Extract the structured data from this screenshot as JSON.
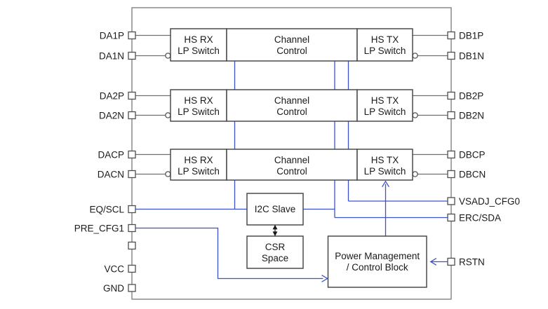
{
  "blocks": {
    "hs_rx": {
      "line1": "HS RX",
      "line2": "LP Switch"
    },
    "channel": {
      "line1": "Channel",
      "line2": "Control"
    },
    "hs_tx": {
      "line1": "HS TX",
      "line2": "LP Switch"
    },
    "i2c_slave": {
      "line1": "I2C Slave"
    },
    "csr_space": {
      "line1": "CSR",
      "line2": "Space"
    },
    "power_mgmt": {
      "line1": "Power Management",
      "line2": "/ Control Block"
    }
  },
  "pins": {
    "left": [
      {
        "label": "DA1P"
      },
      {
        "label": "DA1N"
      },
      {
        "label": "DA2P"
      },
      {
        "label": "DA2N"
      },
      {
        "label": "DACP"
      },
      {
        "label": "DACN"
      },
      {
        "label": "EQ/SCL"
      },
      {
        "label": "PRE_CFG1"
      },
      {
        "label": ""
      },
      {
        "label": "VCC"
      },
      {
        "label": "GND"
      }
    ],
    "right": [
      {
        "label": "DB1P"
      },
      {
        "label": "DB1N"
      },
      {
        "label": "DB2P"
      },
      {
        "label": "DB2N"
      },
      {
        "label": "DBCP"
      },
      {
        "label": "DBCN"
      },
      {
        "label": "VSADJ_CFG0"
      },
      {
        "label": "ERC/SDA"
      },
      {
        "label": "RSTN"
      }
    ]
  },
  "colors": {
    "control_trace_blue": "#3c53c5",
    "signal_gray": "#6f6f6f",
    "outer_border_gray": "#828282",
    "block_border": "#3f3f3f",
    "text": "#1a1a1a",
    "background": "#ffffff"
  }
}
